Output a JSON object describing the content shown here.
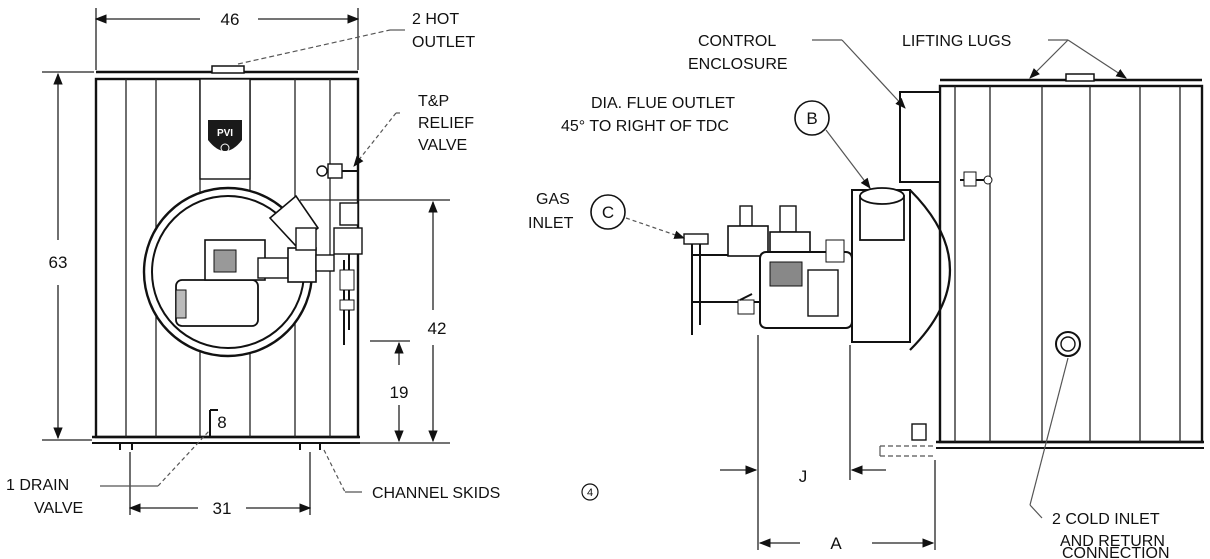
{
  "labels": {
    "hot_outlet_1": "2 HOT",
    "hot_outlet_2": "OUTLET",
    "tp_1": "T&P",
    "tp_2": "RELIEF",
    "tp_3": "VALVE",
    "drain_1": "1 DRAIN",
    "drain_2": "VALVE",
    "channel_skids": "CHANNEL SKIDS",
    "channel_skids_note": "4",
    "control_1": "CONTROL",
    "control_2": "ENCLOSURE",
    "lifting_lugs": "LIFTING LUGS",
    "flue_1": "DIA. FLUE OUTLET",
    "flue_2": "45° TO RIGHT OF TDC",
    "flue_callout": "B",
    "gas_1": "GAS",
    "gas_2": "INLET",
    "gas_callout": "C",
    "cold_1": "2 COLD INLET",
    "cold_2": "AND RETURN",
    "cold_3": "CONNECTION",
    "drain_tag": "8"
  },
  "dimensions": {
    "width_top": "46",
    "height_left": "63",
    "height_42": "42",
    "height_19": "19",
    "skid_width": "31",
    "dim_j": "J",
    "dim_a": "A"
  }
}
